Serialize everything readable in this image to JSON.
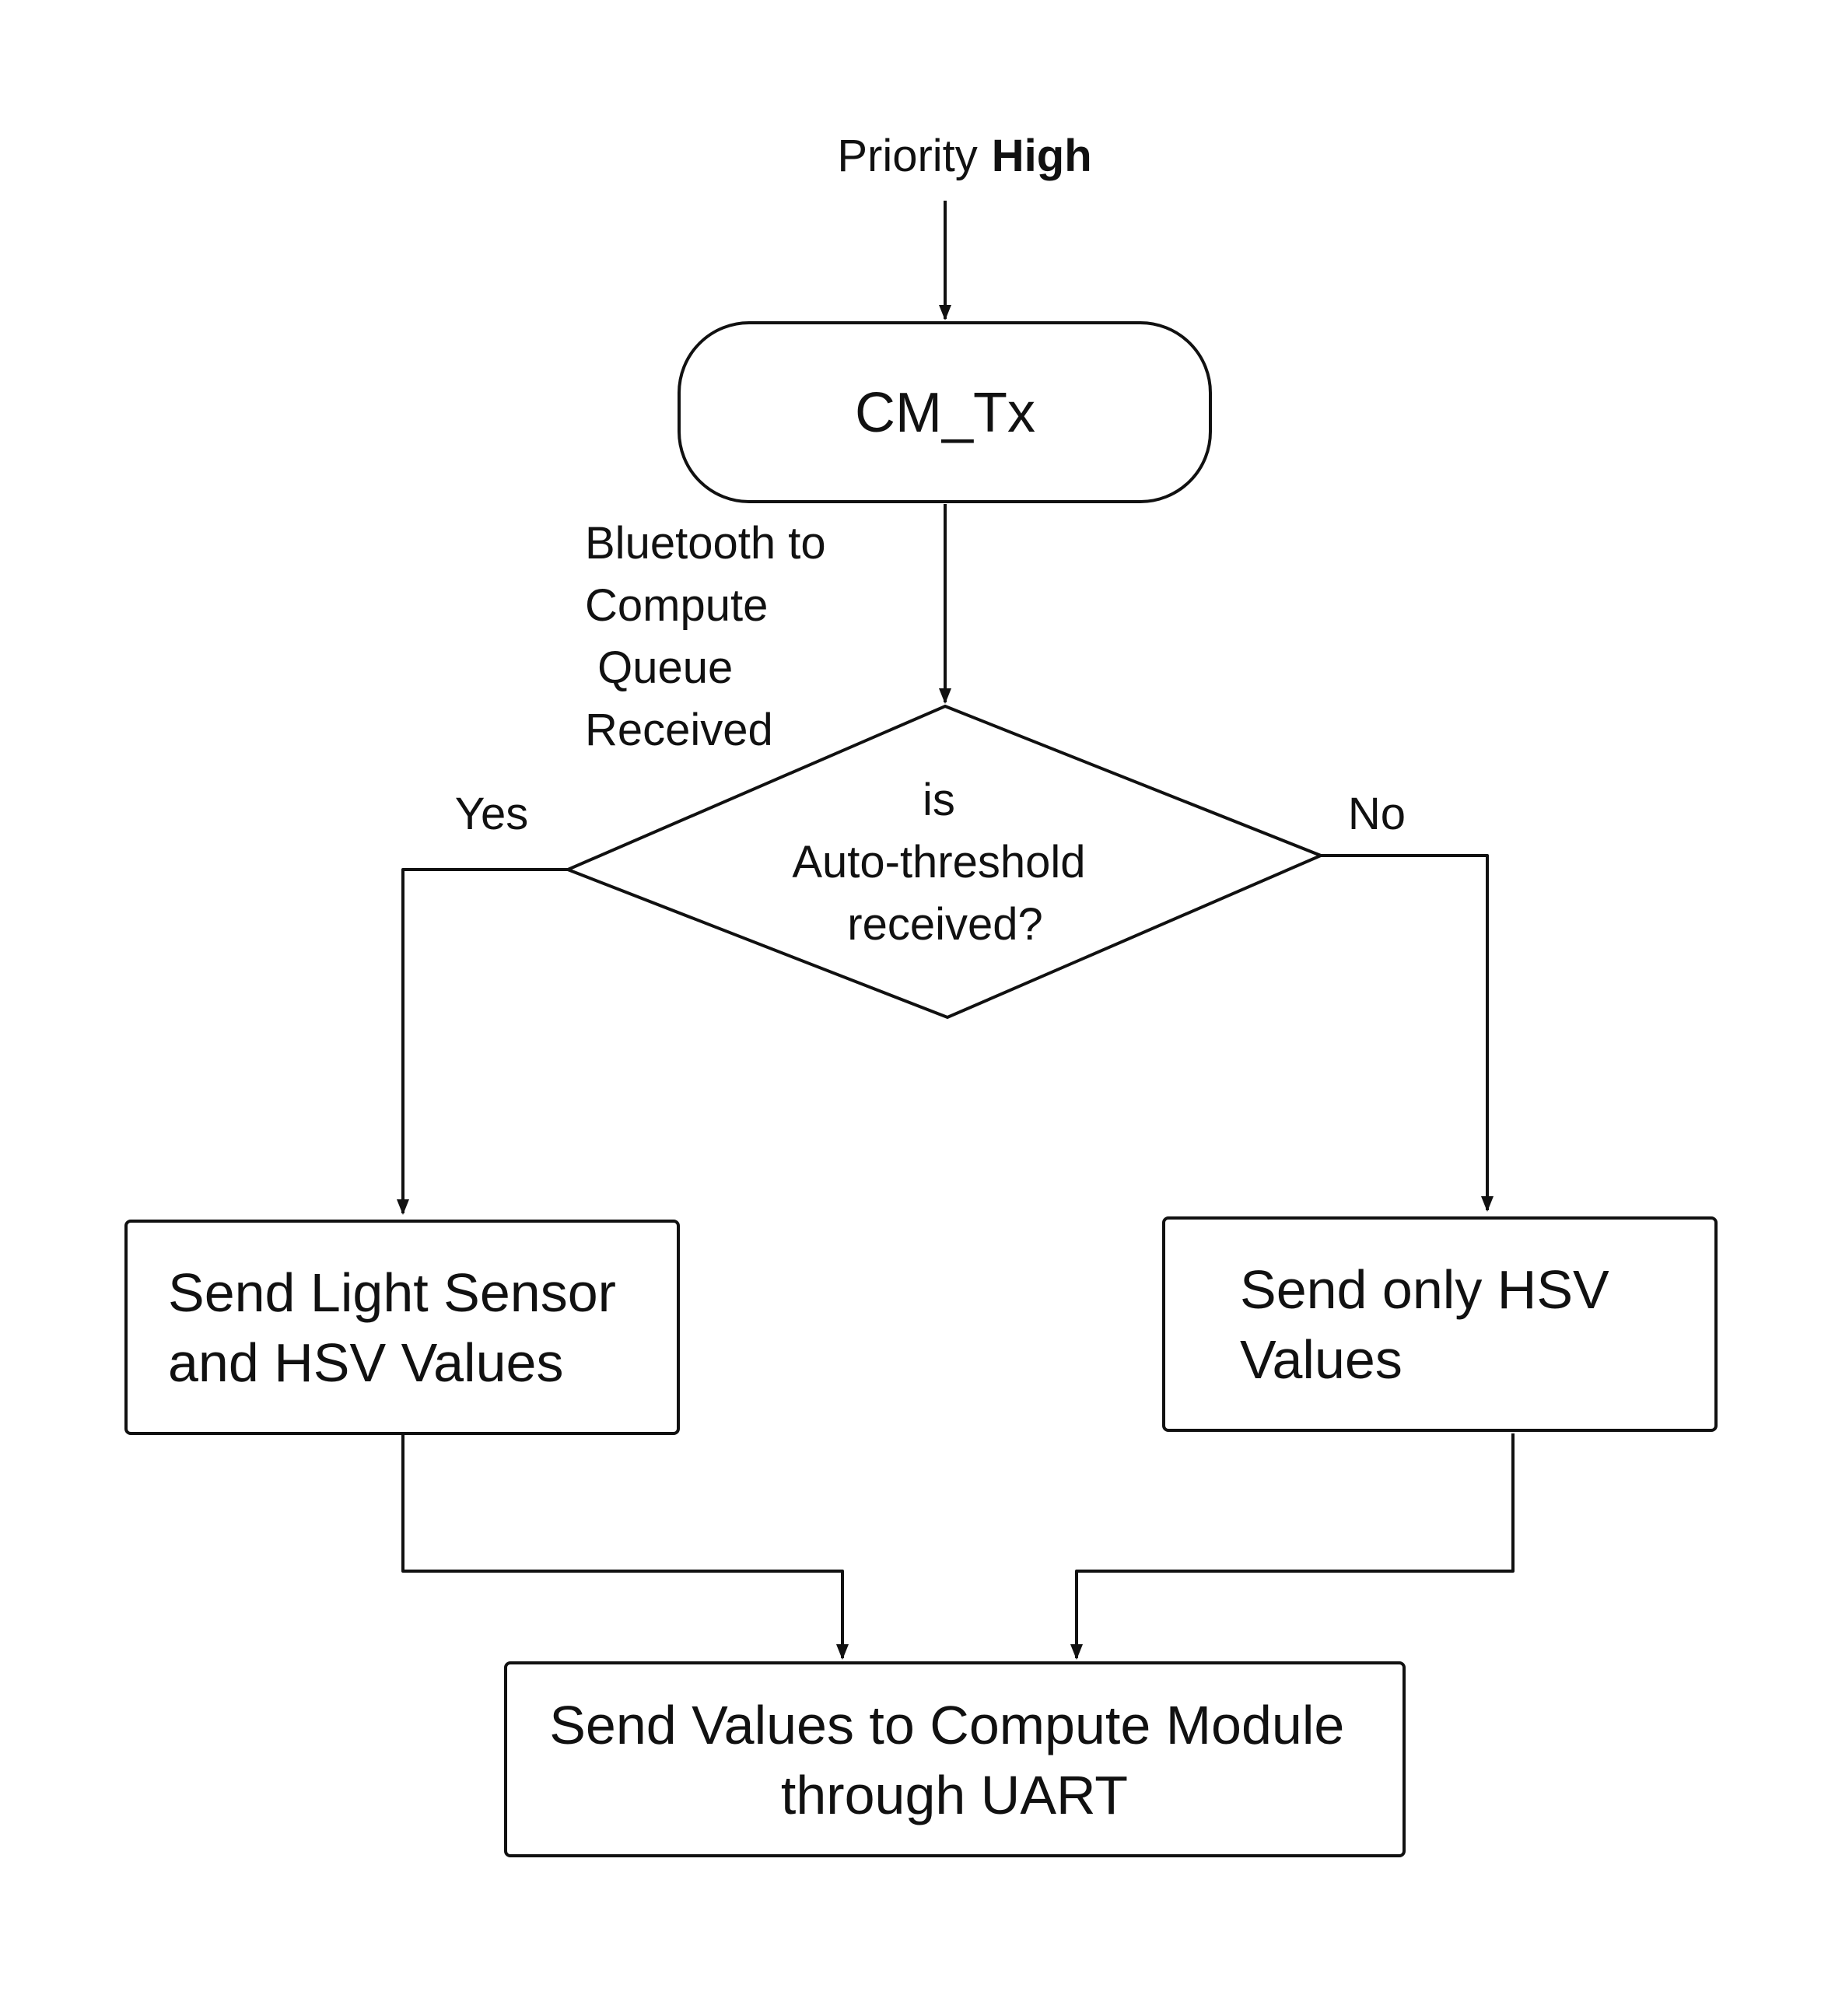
{
  "title": {
    "prefix": "Priority",
    "emphasis": "High"
  },
  "nodes": {
    "start": {
      "label": "CM_Tx"
    },
    "decision": {
      "lines": [
        "is",
        "Auto-threshold",
        "received?"
      ]
    },
    "yes_action": {
      "lines": [
        "Send Light Sensor",
        "and HSV Values"
      ]
    },
    "no_action": {
      "lines": [
        "Send only HSV",
        "Values"
      ]
    },
    "end": {
      "lines": [
        "Send Values to Compute Module",
        "through UART"
      ]
    }
  },
  "edges": {
    "start_to_decision": {
      "lines": [
        "Bluetooth to",
        "Compute",
        " Queue",
        "Received"
      ]
    },
    "yes_branch": {
      "label": "Yes"
    },
    "no_branch": {
      "label": "No"
    }
  },
  "colors": {
    "stroke": "#111111",
    "fill": "#ffffff",
    "text": "#111111"
  }
}
